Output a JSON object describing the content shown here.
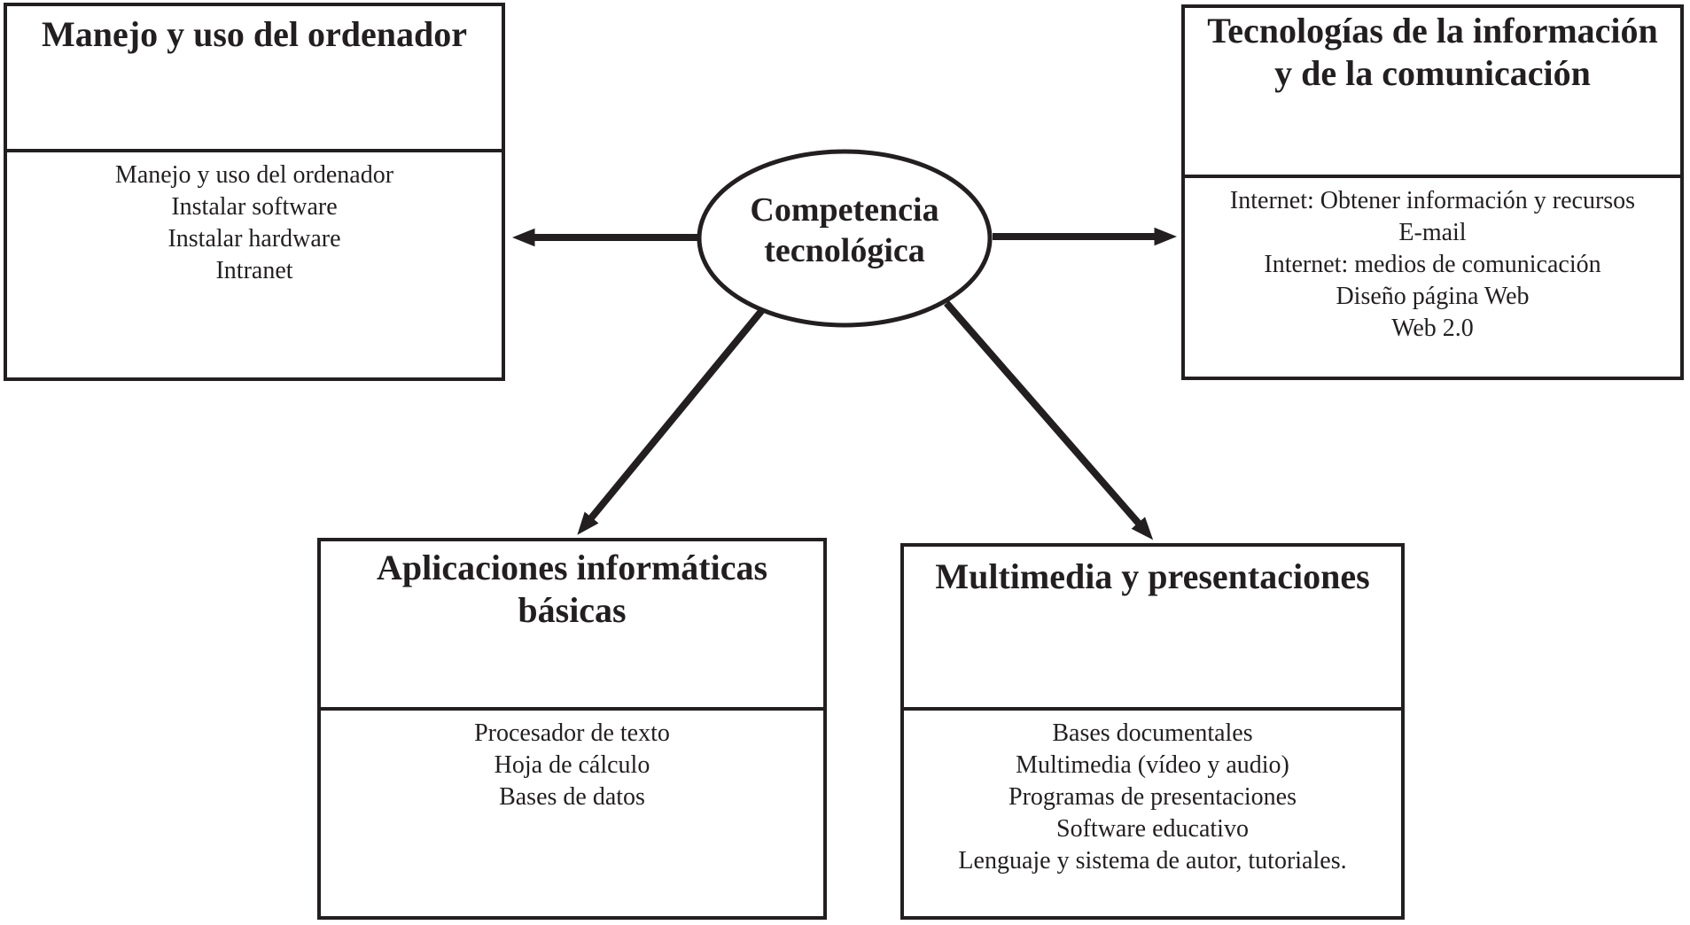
{
  "diagram": {
    "center_node": {
      "label_lines": [
        "Competencia",
        "tecnológica"
      ]
    },
    "nodes": {
      "top_left": {
        "title_lines": [
          "Manejo y uso del ordenador"
        ],
        "items": [
          "Manejo y uso del ordenador",
          "Instalar software",
          "Instalar hardware",
          "Intranet"
        ]
      },
      "top_right": {
        "title_lines": [
          "Tecnologías de la información",
          "y de la comunicación"
        ],
        "items": [
          "Internet: Obtener información y recursos",
          "E-mail",
          "Internet: medios de comunicación",
          "Diseño página Web",
          "Web 2.0"
        ]
      },
      "bottom_left": {
        "title_lines": [
          "Aplicaciones informáticas",
          "básicas"
        ],
        "items": [
          "Procesador de texto",
          "Hoja de cálculo",
          "Bases de datos"
        ]
      },
      "bottom_right": {
        "title_lines": [
          "Multimedia y presentaciones"
        ],
        "items": [
          "Bases documentales",
          "Multimedia (vídeo y audio)",
          "Programas de presentaciones",
          "Software educativo",
          "Lenguaje y sistema de autor, tutoriales."
        ]
      }
    },
    "colors": {
      "ink": "#231f20",
      "background": "#ffffff"
    }
  }
}
